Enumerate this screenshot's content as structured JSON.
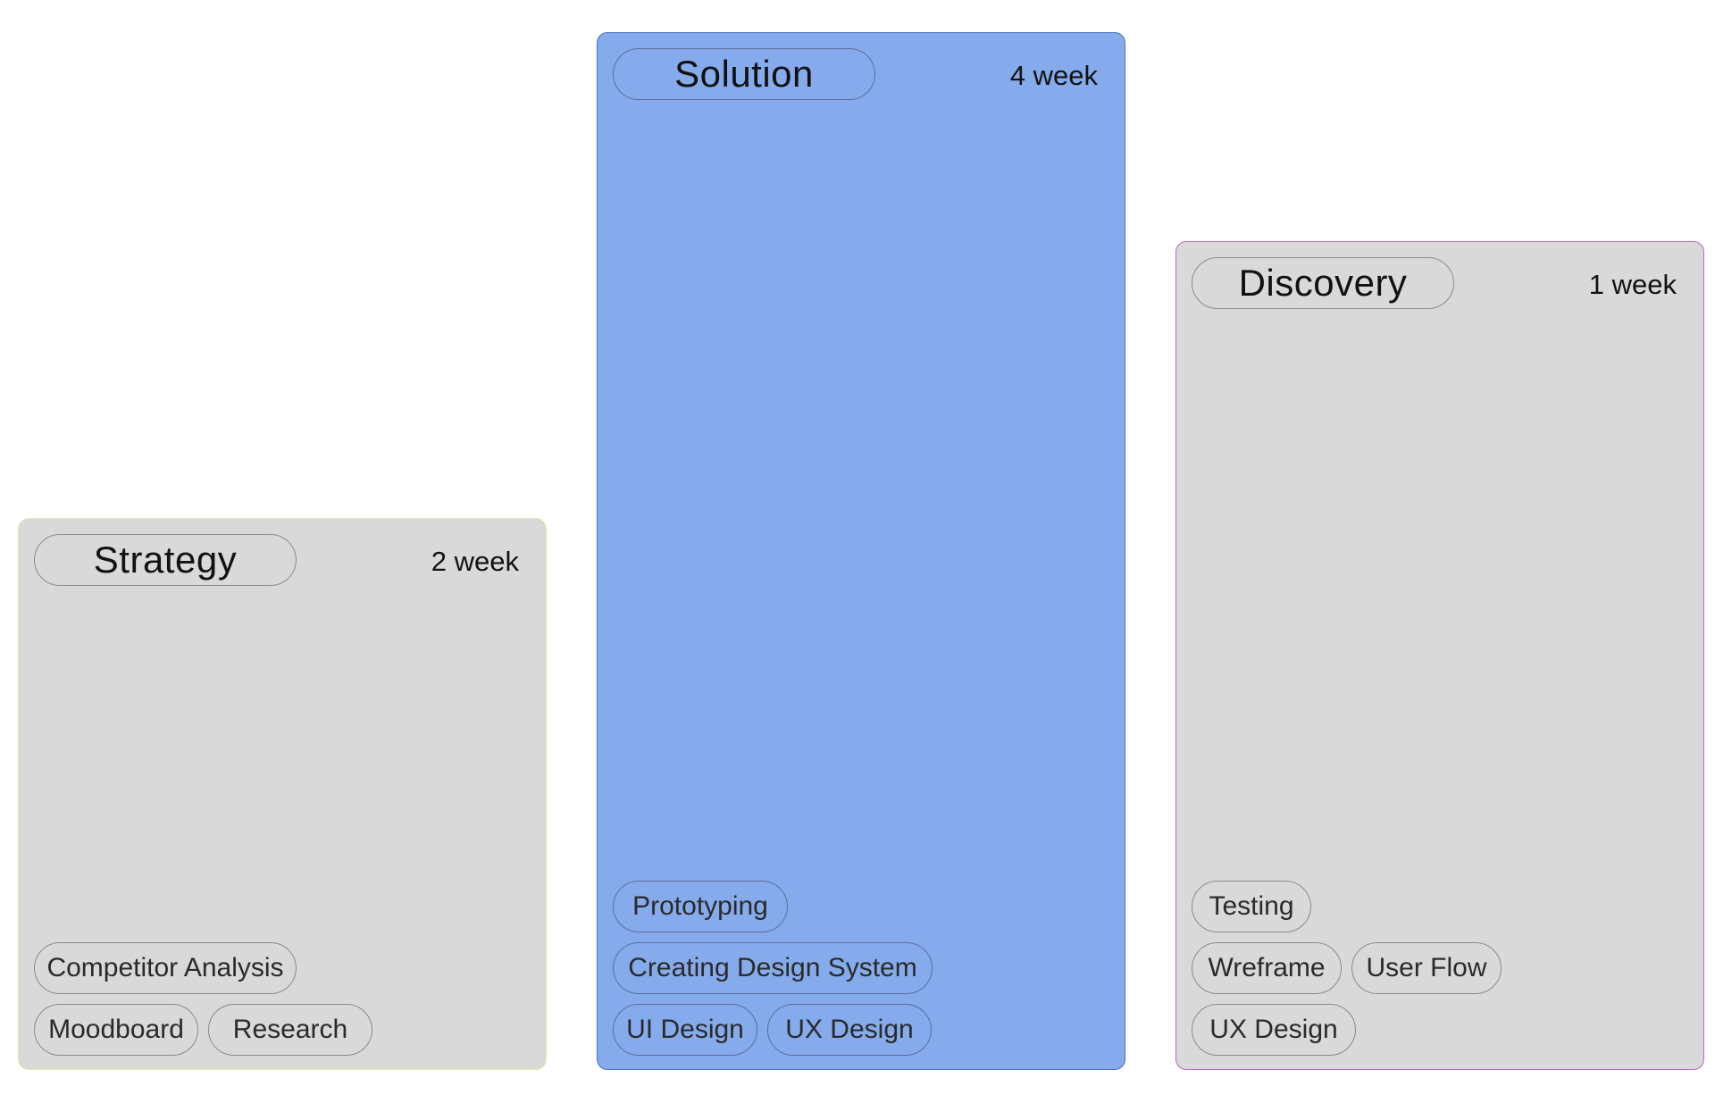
{
  "phases": [
    {
      "title": "Strategy",
      "duration": "2 week",
      "fill": "#d9d9d9",
      "border": "#e6eaa6",
      "chip_rows": [
        [
          "Competitor Analysis"
        ],
        [
          "Moodboard",
          "Research"
        ]
      ]
    },
    {
      "title": "Solution",
      "duration": "4 week",
      "fill": "#86abec",
      "border": "#4a6fc4",
      "chip_rows": [
        [
          "Prototyping"
        ],
        [
          "Creating Design System"
        ],
        [
          "UI Design",
          "UX Design"
        ]
      ]
    },
    {
      "title": "Discovery",
      "duration": "1 week",
      "fill": "#d9d9d9",
      "border": "#c066b8",
      "chip_rows": [
        [
          "Testing"
        ],
        [
          "Wreframe",
          "User Flow"
        ],
        [
          "UX Design"
        ]
      ]
    }
  ]
}
